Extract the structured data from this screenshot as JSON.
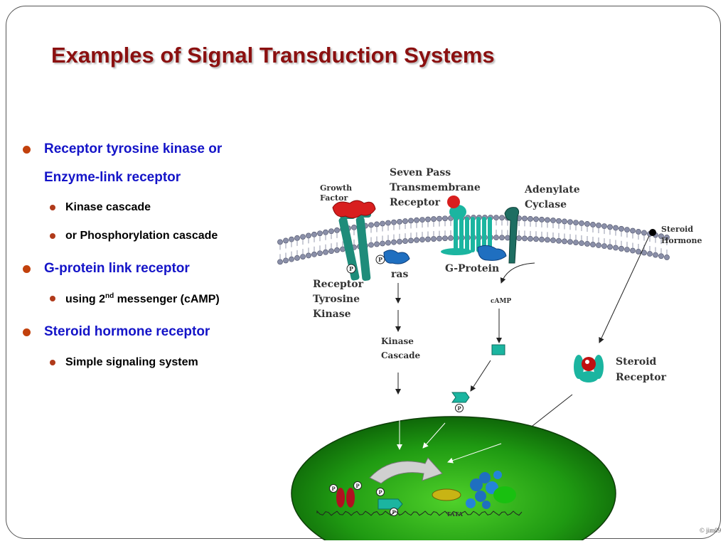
{
  "slide": {
    "title": "Examples of Signal Transduction Systems",
    "title_color": "#8b1010",
    "bullet_color": "#1414c8",
    "copyright": "© jim09"
  },
  "bullets": [
    {
      "text_line1": "Receptor tyrosine kinase or",
      "text_line2": "Enzyme-link receptor",
      "subs": [
        "Kinase cascade",
        "or Phosphorylation cascade"
      ]
    },
    {
      "text": "G-protein link receptor",
      "sub_prefix": "using 2",
      "sub_sup": "nd",
      "sub_suffix": " messenger (cAMP)"
    },
    {
      "text": "Steroid hormone receptor",
      "subs": [
        "Simple signaling system"
      ]
    }
  ],
  "diagram": {
    "labels": {
      "growth_factor_1": "Growth",
      "growth_factor_2": "Factor",
      "seven_pass_1": "Seven Pass",
      "seven_pass_2": "Transmembrane",
      "seven_pass_3": "Receptor",
      "adenylate_1": "Adenylate",
      "adenylate_2": "Cyclase",
      "steroid_hormone_1": "Steroid",
      "steroid_hormone_2": "Hormone",
      "ras": "ras",
      "g_protein": "G-Protein",
      "rtk_1": "Receptor",
      "rtk_2": "Tyrosine",
      "rtk_3": "Kinase",
      "camp": "cAMP",
      "kinase_cascade_1": "Kinase",
      "kinase_cascade_2": "Cascade",
      "steroid_receptor_1": "Steroid",
      "steroid_receptor_2": "Receptor",
      "tata": "TATA",
      "phospho": "P"
    },
    "colors": {
      "membrane": "#8a8fa8",
      "receptor_teal": "#1e8c7a",
      "growth_factor_red": "#d81e1e",
      "ras_blue": "#1f6fc0",
      "nucleus_green": "#1a8a10",
      "camp_square": "#1bb5a0"
    }
  }
}
